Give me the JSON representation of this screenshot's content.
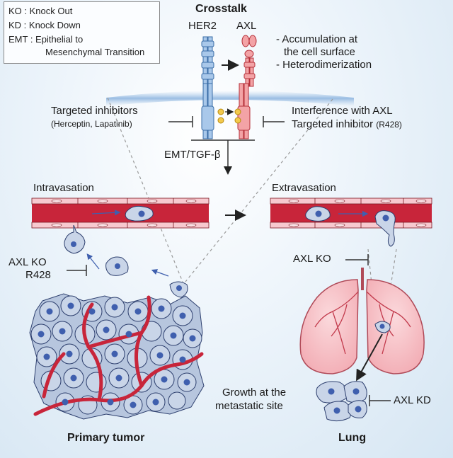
{
  "legend": {
    "ko": "KO : Knock Out",
    "kd": "KD : Knock Down",
    "emt_line1": "EMT : Epithelial to",
    "emt_line2": "Mesenchymal Transition"
  },
  "crosstalk": {
    "title": "Crosstalk",
    "her2": "HER2",
    "axl": "AXL",
    "bullet1_line1": "- Accumulation at",
    "bullet1_line2": "the cell surface",
    "bullet2": "- Heterodimerization"
  },
  "inhibitors": {
    "left_line1": "Targeted inhibitors",
    "left_line2": "(Herceptin, Lapatinib)",
    "right_line1": "Interference with AXL",
    "right_line2_main": "Targeted inhibitor",
    "right_line2_paren": "(R428)"
  },
  "emt_label": "EMT/TGF-β",
  "intravasation": {
    "title": "Intravasation",
    "inhibitor_line1": "AXL KO",
    "inhibitor_line2": "R428"
  },
  "extravasation": {
    "title": "Extravasation",
    "inhibitor": "AXL KO"
  },
  "growth": {
    "line1": "Growth at the",
    "line2": "metastatic site",
    "inhibitor": "AXL KD"
  },
  "primary_tumor_label": "Primary tumor",
  "lung_label": "Lung",
  "colors": {
    "her2": "#6b9fd6",
    "axl": "#e8595f",
    "vessel": "#c8253a",
    "cell_fill": "#c9d5e8",
    "nucleus": "#3f5fae",
    "lung": "#f7c4c9",
    "lung_stroke": "#b04a58"
  },
  "icons": [
    "tbar-inhibit-icon",
    "arrow-icon",
    "blood-vessel",
    "tumor-cell",
    "lung-icon",
    "receptor-icon"
  ]
}
